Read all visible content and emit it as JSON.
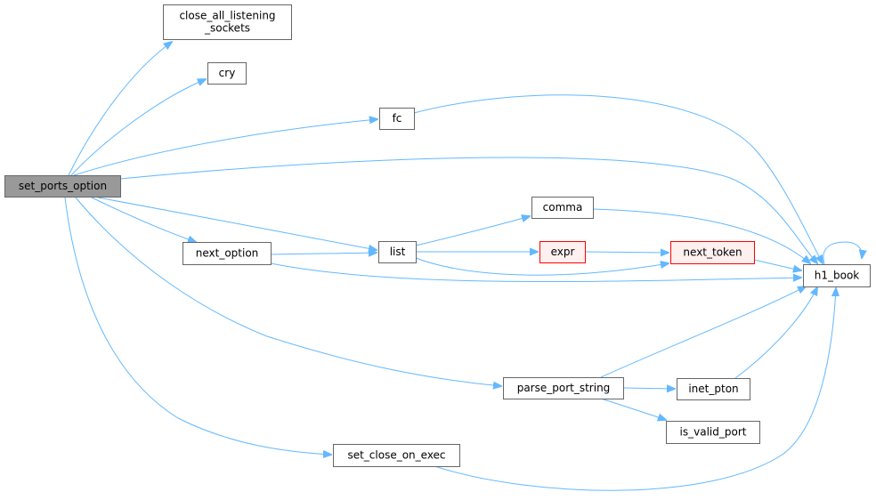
{
  "colors": {
    "edge": "#63b8ff",
    "node_border": "#666666",
    "node_fill": "#ffffff",
    "root_fill": "#999999",
    "root_border": "#666666",
    "truncated_border": "#ff0000",
    "truncated_fill": "#fff0f0",
    "text": "#000000"
  },
  "nodes": [
    {
      "id": "set_ports_option",
      "lines": [
        "set_ports_option"
      ],
      "kind": "root"
    },
    {
      "id": "close_all_listening_sockets",
      "lines": [
        "close_all_listening",
        "_sockets"
      ],
      "kind": "normal"
    },
    {
      "id": "cry",
      "lines": [
        "cry"
      ],
      "kind": "normal"
    },
    {
      "id": "fc",
      "lines": [
        "fc"
      ],
      "kind": "normal"
    },
    {
      "id": "h1_book",
      "lines": [
        "h1_book"
      ],
      "kind": "normal"
    },
    {
      "id": "list",
      "lines": [
        "list"
      ],
      "kind": "normal"
    },
    {
      "id": "comma",
      "lines": [
        "comma"
      ],
      "kind": "normal"
    },
    {
      "id": "expr",
      "lines": [
        "expr"
      ],
      "kind": "truncated"
    },
    {
      "id": "next_token",
      "lines": [
        "next_token"
      ],
      "kind": "truncated"
    },
    {
      "id": "next_option",
      "lines": [
        "next_option"
      ],
      "kind": "normal"
    },
    {
      "id": "parse_port_string",
      "lines": [
        "parse_port_string"
      ],
      "kind": "normal"
    },
    {
      "id": "inet_pton",
      "lines": [
        "inet_pton"
      ],
      "kind": "normal"
    },
    {
      "id": "is_valid_port",
      "lines": [
        "is_valid_port"
      ],
      "kind": "normal"
    },
    {
      "id": "set_close_on_exec",
      "lines": [
        "set_close_on_exec"
      ],
      "kind": "normal"
    }
  ],
  "edges": [
    {
      "from": "set_ports_option",
      "to": "close_all_listening_sockets"
    },
    {
      "from": "set_ports_option",
      "to": "cry"
    },
    {
      "from": "set_ports_option",
      "to": "fc"
    },
    {
      "from": "set_ports_option",
      "to": "h1_book"
    },
    {
      "from": "set_ports_option",
      "to": "list"
    },
    {
      "from": "set_ports_option",
      "to": "next_option"
    },
    {
      "from": "set_ports_option",
      "to": "parse_port_string"
    },
    {
      "from": "set_ports_option",
      "to": "set_close_on_exec"
    },
    {
      "from": "fc",
      "to": "h1_book"
    },
    {
      "from": "h1_book",
      "to": "h1_book"
    },
    {
      "from": "list",
      "to": "comma"
    },
    {
      "from": "list",
      "to": "expr"
    },
    {
      "from": "list",
      "to": "next_token"
    },
    {
      "from": "comma",
      "to": "h1_book"
    },
    {
      "from": "expr",
      "to": "next_token"
    },
    {
      "from": "next_token",
      "to": "h1_book"
    },
    {
      "from": "next_option",
      "to": "list"
    },
    {
      "from": "next_option",
      "to": "h1_book"
    },
    {
      "from": "parse_port_string",
      "to": "h1_book"
    },
    {
      "from": "parse_port_string",
      "to": "inet_pton"
    },
    {
      "from": "parse_port_string",
      "to": "is_valid_port"
    },
    {
      "from": "inet_pton",
      "to": "h1_book"
    },
    {
      "from": "set_close_on_exec",
      "to": "h1_book"
    }
  ]
}
